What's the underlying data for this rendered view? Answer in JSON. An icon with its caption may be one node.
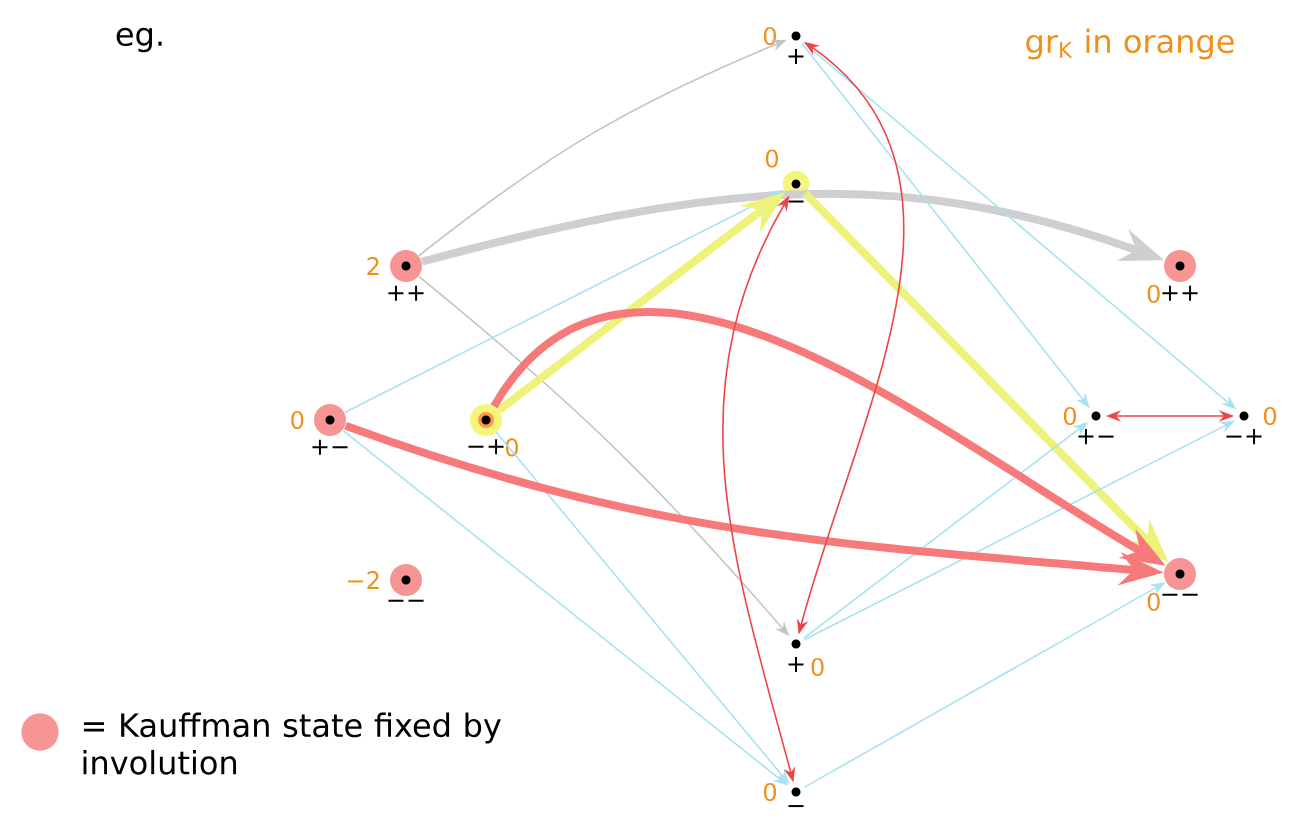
{
  "diagram": {
    "nodes": [
      {
        "text": [
          "++"
        ],
        "beside": [
          "2"
        ]
      },
      {
        "text": [
          "+−"
        ],
        "beside": [
          "0"
        ]
      },
      {
        "text": [
          "−+"
        ],
        "beside": [
          "0"
        ]
      },
      {
        "text": [
          "−−"
        ],
        "beside": [
          "−2"
        ]
      },
      {
        "text": [
          "+"
        ],
        "beside": [
          "0"
        ]
      },
      {
        "text": [
          "−"
        ],
        "beside": [
          "0"
        ]
      },
      {
        "text": [
          "+"
        ],
        "beside": [
          "0"
        ]
      },
      {
        "text": [
          "−"
        ],
        "beside": [
          "0"
        ]
      },
      {
        "text": [
          "++"
        ],
        "beside": [
          "0"
        ]
      },
      {
        "text": [
          "+−"
        ],
        "beside": [
          "0"
        ]
      },
      {
        "text": [
          "−+"
        ],
        "beside": [
          "0"
        ]
      },
      {
        "text": [
          "−−"
        ],
        "beside": [
          "0"
        ]
      }
    ],
    "edges": [
      {
        "from": 0,
        "to": 4,
        "arrow": "to",
        "color": "#c4c4c4"
      },
      {
        "from": 0,
        "to": 8,
        "arrow": "to",
        "style": "thick",
        "color": "#cfcfcf"
      },
      {
        "from": 0,
        "to": 6,
        "arrow": "to",
        "color": "#c4c4c4"
      },
      {
        "from": 1,
        "to": 5,
        "arrow": "to"
      },
      {
        "from": 1,
        "to": 7,
        "arrow": "to"
      },
      {
        "from": 2,
        "to": 7,
        "arrow": "to"
      },
      {
        "from": 2,
        "to": 5,
        "arrow": "to",
        "style": "thick",
        "color": "#eef27a"
      },
      {
        "from": 5,
        "to": 11,
        "arrow": "to",
        "style": "thick",
        "color": "#eef27a"
      },
      {
        "from": 4,
        "to": 9,
        "arrow": "to"
      },
      {
        "from": 4,
        "to": 10,
        "arrow": "to"
      },
      {
        "from": 6,
        "to": 9,
        "arrow": "to"
      },
      {
        "from": 6,
        "to": 10,
        "arrow": "to"
      },
      {
        "from": 7,
        "to": 11,
        "arrow": "to"
      },
      {
        "from": 2,
        "to": 11,
        "arrow": "to",
        "style": "thick",
        "color": "#f77a7a"
      },
      {
        "from": 1,
        "to": 11,
        "arrow": "to",
        "style": "thick",
        "color": "#f77a7a"
      },
      {
        "from": 4,
        "to": 6,
        "arrow": "both",
        "color": "#ee4444"
      },
      {
        "from": 5,
        "to": 7,
        "arrow": "both",
        "color": "#ee4444"
      },
      {
        "from": 9,
        "to": 10,
        "arrow": "both",
        "color": "#ee4444"
      }
    ],
    "labels": [
      "eg.",
      "gr$_{K}$ in orange"
    ],
    "legend": [
      {
        "text": "= Kauffman state fixed by involution",
        "color": "#f79494"
      }
    ]
  }
}
